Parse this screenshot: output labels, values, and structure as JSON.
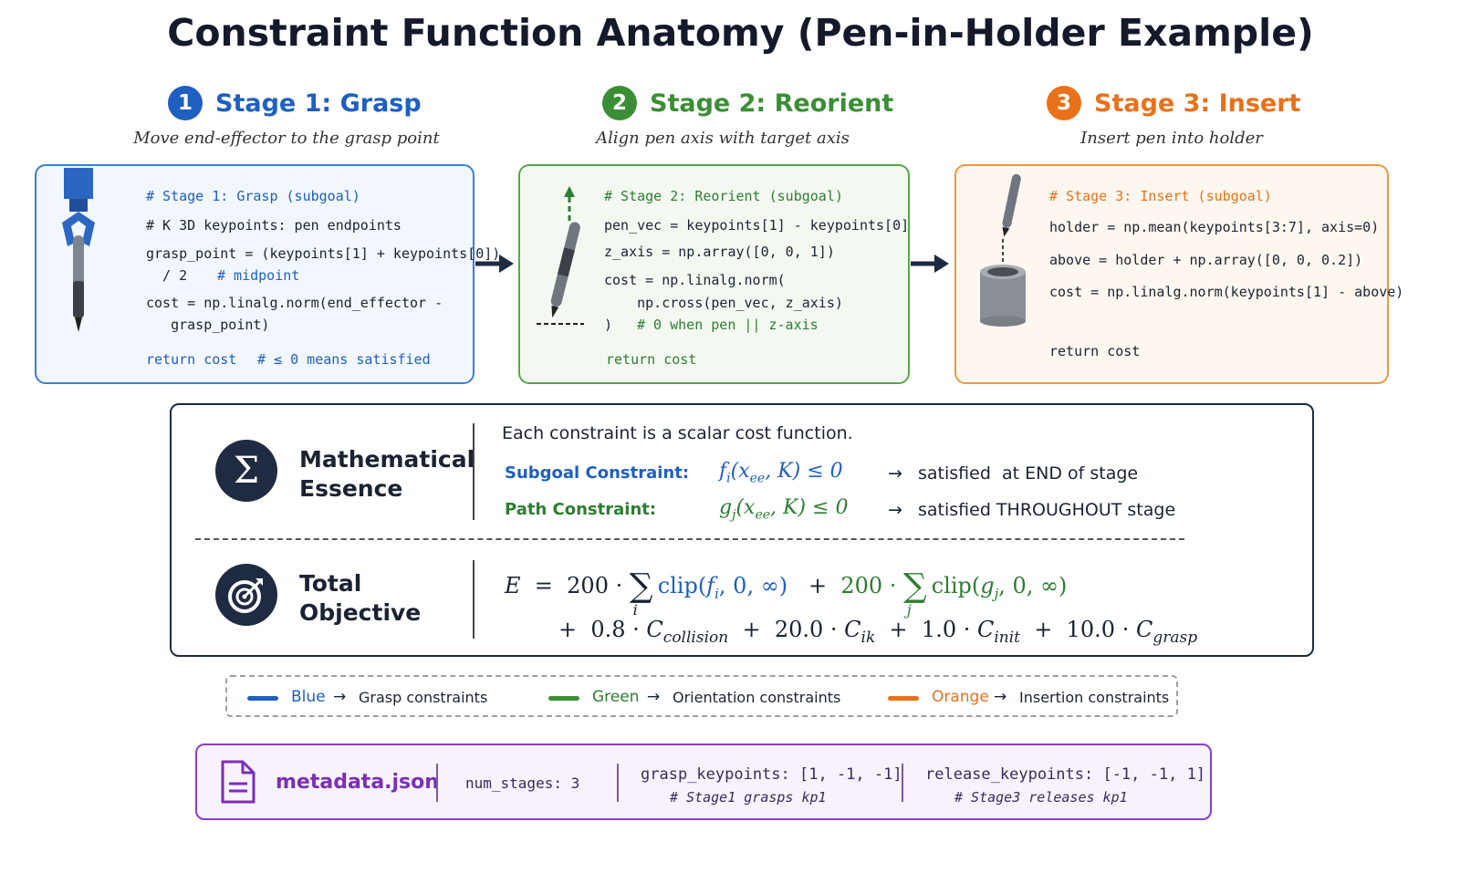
{
  "title": "Constraint Function Anatomy (Pen-in-Holder Example)",
  "stages": [
    {
      "num": "1",
      "title": "Stage 1: Grasp",
      "subtitle": "Move end-effector to the grasp point",
      "color": "#1f5fbf",
      "code": [
        "# Stage 1: Grasp (subgoal)",
        "# K 3D keypoints: pen endpoints",
        "grasp_point = (keypoints[1] + keypoints[0])",
        "  / 2",
        "# midpoint",
        "cost = np.linalg.norm(end_effector -",
        "   grasp_point)",
        "return cost",
        "# ≤ 0 means satisfied"
      ]
    },
    {
      "num": "2",
      "title": "Stage 2: Reorient",
      "subtitle": "Align pen axis with target axis",
      "color": "#3a8f34",
      "code": [
        "# Stage 2: Reorient (subgoal)",
        "pen_vec = keypoints[1] - keypoints[0]",
        "z_axis = np.array([0, 0, 1])",
        "cost = np.linalg.norm(",
        "    np.cross(pen_vec, z_axis)",
        ")",
        "# 0 when pen || z-axis",
        "return cost"
      ]
    },
    {
      "num": "3",
      "title": "Stage 3: Insert",
      "subtitle": "Insert pen into holder",
      "color": "#e8711a",
      "code": [
        "# Stage 3: Insert (subgoal)",
        "holder = np.mean(keypoints[3:7], axis=0)",
        "above = holder + np.array([0, 0, 0.2])",
        "cost = np.linalg.norm(keypoints[1] - above)",
        "return cost"
      ]
    }
  ],
  "essence": {
    "label_line1": "Mathematical",
    "label_line2": "Essence",
    "intro": "Each constraint is a scalar cost function.",
    "subgoal_label": "Subgoal Constraint:",
    "subgoal_desc": "satisfied  at END of stage",
    "path_label": "Path Constraint:",
    "path_desc": "satisfied THROUGHOUT stage"
  },
  "objective": {
    "label_line1": "Total",
    "label_line2": "Objective"
  },
  "legend": [
    {
      "color_name": "Blue",
      "desc": "Grasp constraints",
      "color": "#1f5fbf"
    },
    {
      "color_name": "Green",
      "desc": "Orientation constraints",
      "color": "#3a8f34"
    },
    {
      "color_name": "Orange",
      "desc": "Insertion constraints",
      "color": "#e8711a"
    }
  ],
  "metadata": {
    "filename": "metadata.json",
    "num_stages": "num_stages: 3",
    "grasp_keypoints": "grasp_keypoints: [1, -1, -1]",
    "grasp_comment": "# Stage1 grasps kp1",
    "release_keypoints": "release_keypoints: [-1, -1, 1]",
    "release_comment": "# Stage3 releases kp1"
  }
}
